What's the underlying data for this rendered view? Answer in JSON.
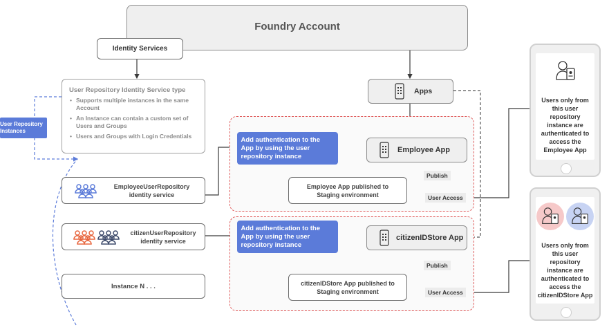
{
  "foundry_account": "Foundry Account",
  "identity_services": "Identity Services",
  "repo_type": {
    "title": "User Repository Identity Service type",
    "bullets": [
      "Supports multiple instances in the same Account",
      "An Instance can contain a custom set of Users and Groups",
      "Users and Groups with Login Credentials"
    ]
  },
  "side_tag": "User Repository Instances",
  "instances": {
    "employee": "EmployeeUserRepository identity service",
    "citizen": "citizenUserRepository identity service",
    "n": "Instance N . . ."
  },
  "apps": "Apps",
  "add_auth": "Add authentication to the App by using the user repository instance",
  "employee_app": "Employee App",
  "citizen_app": "citizenIDStore App",
  "publish": "Publish",
  "user_access": "User Access",
  "employee_published": "Employee App published to Staging environment",
  "citizen_published": "citizenIDStore App published to Staging environment",
  "phone_employee": "Users only from this user repository instance are authenticated to access the Employee App",
  "phone_citizen": "Users only from this user repository instance are authenticated to access the citizenIDStore App",
  "colors": {
    "blue": "#5b7bd9",
    "red_dash": "#e05a5a",
    "orange": "#e8673f",
    "navy": "#3d4a6b"
  }
}
